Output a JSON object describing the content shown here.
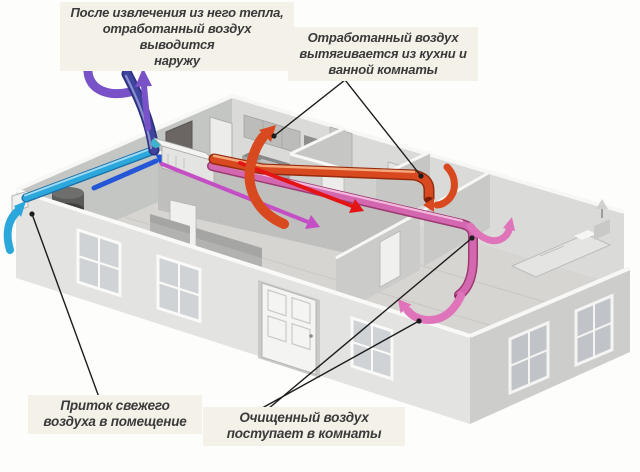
{
  "diagram": {
    "type": "home-heat-recovery-ventilation-cutaway",
    "labels": {
      "exhaust_outside": {
        "lines": [
          "После извлечения из него тепла,",
          "отработанный воздух выводится",
          "наружу"
        ]
      },
      "extract_rooms": {
        "lines": [
          "Отработанный воздух",
          "вытягивается из кухни и",
          "ванной комнаты"
        ]
      },
      "fresh_intake": {
        "lines": [
          "Приток свежего",
          "воздуха в помещение"
        ]
      },
      "clean_supply": {
        "lines": [
          "Очищенный воздух",
          "поступает в комнаты"
        ]
      }
    },
    "flows": {
      "fresh_air_from_outside": "cyan-blue",
      "fresh_air_to_unit": "blue",
      "exhaust_air_to_roof": "violet",
      "extracted_air_kitchen_bath": "orange-red",
      "clean_supply_to_rooms": "pink-magenta"
    },
    "colors": {
      "fresh": "#2ba7dc",
      "freshflow": "#2456d8",
      "exhaust": "#7a52c8",
      "exhauststack": "#3f449e",
      "extract": "#d8491f",
      "extractflow": "#e41414",
      "supply": "#d468b0",
      "supply2": "#df74ba",
      "supplyflow": "#c44fc4",
      "callout": "#1c1c1c",
      "labelbg": "#f4f1e9",
      "labeltext": "#3a3a3a"
    }
  }
}
